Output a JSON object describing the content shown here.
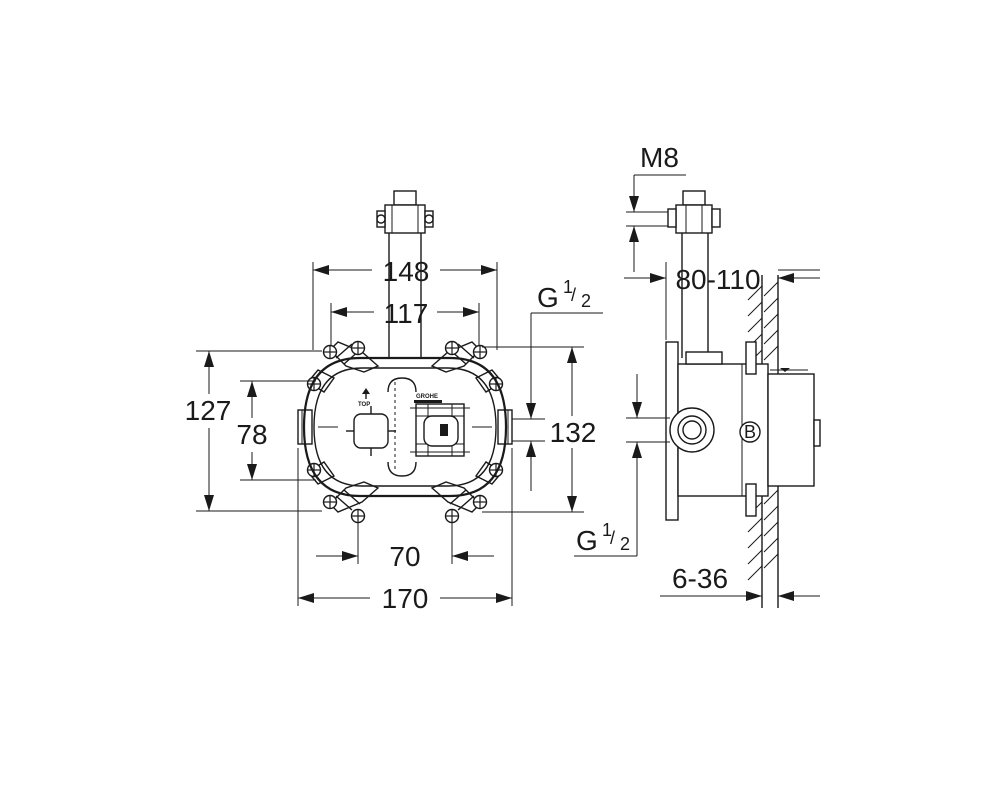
{
  "front_view": {
    "dim_width_outer": "148",
    "dim_width_inner": "117",
    "dim_height_outer": "127",
    "dim_height_inner": "78",
    "dim_height_right": "132",
    "dim_bottom_inner": "70",
    "dim_bottom_outer": "170",
    "thread_label": "G",
    "thread_num": "1",
    "thread_den": "2",
    "brand_mark": "GROHE",
    "top_mark": "TOP"
  },
  "side_view": {
    "dim_bolt": "M8",
    "dim_depth": "80-110",
    "dim_wall": "6-36",
    "thread_label": "G",
    "thread_num": "1",
    "thread_den": "2",
    "badge_letter": "B"
  }
}
